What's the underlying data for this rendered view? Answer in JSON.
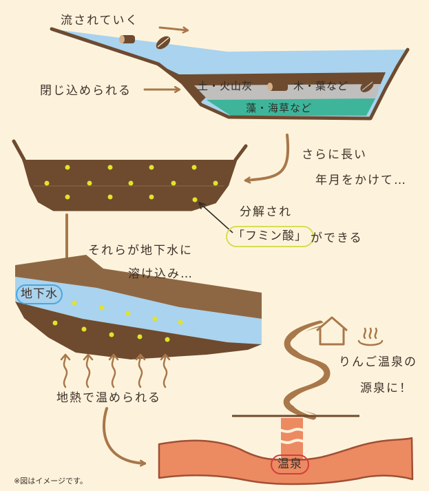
{
  "labels": {
    "flow": "流されていく",
    "trapped": "閉じ込められる",
    "soil_ash": "土・火山灰",
    "wood_leaf": "木・葉など",
    "algae": "藻・海草など",
    "long_time_1": "さらに長い",
    "long_time_2": "年月をかけて…",
    "decomposed": "分解され",
    "humic_acid": "「フミン酸」",
    "can_form": "ができる",
    "dissolve_1": "それらが地下水に",
    "dissolve_2": "溶け込み…",
    "groundwater": "地下水",
    "geothermal": "地熱で温められる",
    "source_1": "りんご温泉の",
    "source_2": "源泉に！",
    "onsen": "温泉",
    "note": "※図はイメージです。"
  },
  "colors": {
    "background": "#fdf3dc",
    "water": "#a9d3ee",
    "soil": "#6e4a2e",
    "ash": "#c0bfbd",
    "algae": "#3eb59a",
    "arrow": "#a8774a",
    "dot": "#e2e32a",
    "hot_spring": "#ec8a62",
    "humic_border": "#d6dd55",
    "groundwater_border": "#4aa6e0",
    "onsen_border": "#d33c3c"
  },
  "icons": [
    "log-icon",
    "leaf-icon",
    "house-icon",
    "hot-spring-icon",
    "rising-steam-icon"
  ]
}
